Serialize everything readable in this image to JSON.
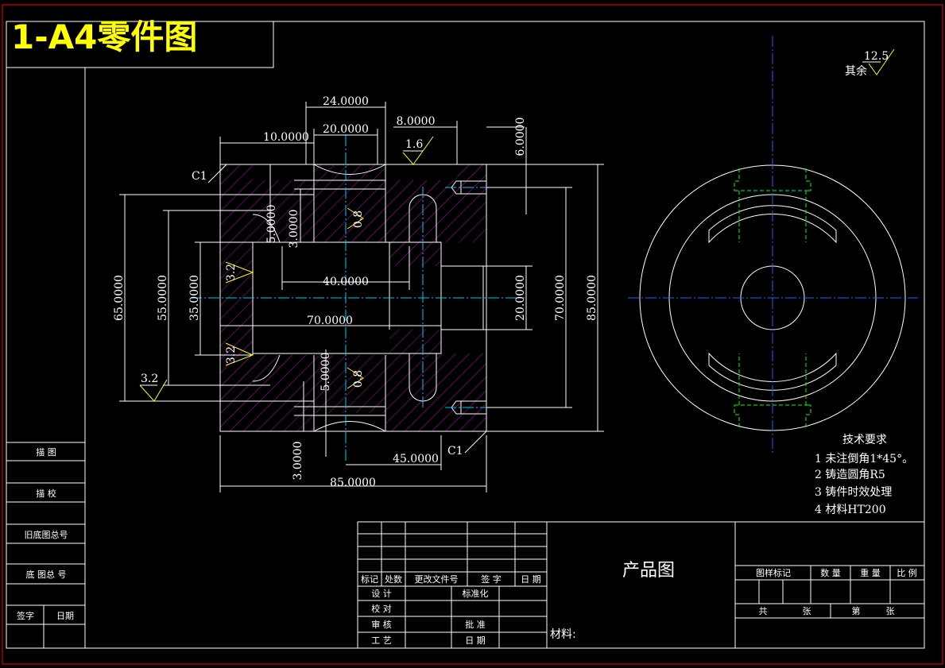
{
  "title": "1-A4零件图",
  "colors": {
    "background": "#000000",
    "line": "#ffffff",
    "title": "#ffff00",
    "centerline": "#00c8ff",
    "hidden": "#00ff00",
    "hatch": "#c000c0",
    "frame": "#ff0000"
  },
  "dimensions": {
    "d24": "24.0000",
    "d20top": "20.0000",
    "d8": "8.0000",
    "d6": "6.0000",
    "d10": "10.0000",
    "d5a": "5.0000",
    "d3a": "3.0000",
    "d40": "40.0000",
    "d65": "65.0000",
    "d55": "55.0000",
    "d35": "35.0000",
    "d70h": "70.0000",
    "d20v": "20.0000",
    "d70v": "70.0000",
    "d85v": "85.0000",
    "d5b": "5.0000",
    "d3b": "3.0000",
    "d45": "45.0000",
    "d85h": "85.0000"
  },
  "chamfers": {
    "c1a": "C1",
    "c1b": "C1"
  },
  "roughness": {
    "r16": "1.6",
    "r08a": "0.8",
    "r08b": "0.8",
    "r32a": "3.2",
    "r32b": "3.2",
    "r32c": "3.2",
    "rest_value": "12.5",
    "rest_label": "其余"
  },
  "tech": {
    "heading": "技术要求",
    "items": [
      "1 未注倒角1*45°。",
      "2 铸造圆角R5",
      "3 铸件时效处理",
      "4 材料HT200"
    ]
  },
  "side_block": {
    "drawn": "描  图",
    "traced": "描  校",
    "old_base": "旧底图总号",
    "base": "底 图总 号",
    "sign": "签字",
    "date": "日期"
  },
  "title_block": {
    "product": "产品图",
    "material": "材料:",
    "mark": "标记",
    "place": "处数",
    "change_doc": "更改文件号",
    "signature": "签 字",
    "date": "日 期",
    "design": "设 计",
    "standard": "标准化",
    "check": "校 对",
    "review": "审 核",
    "approve": "批 准",
    "process": "工 艺",
    "date2": "日 期",
    "stage_mark": "图样标记",
    "quantity": "数 量",
    "weight": "重 量",
    "scale": "比 例",
    "total": "共",
    "sheets": "张",
    "no": "第",
    "sheet": "张"
  }
}
